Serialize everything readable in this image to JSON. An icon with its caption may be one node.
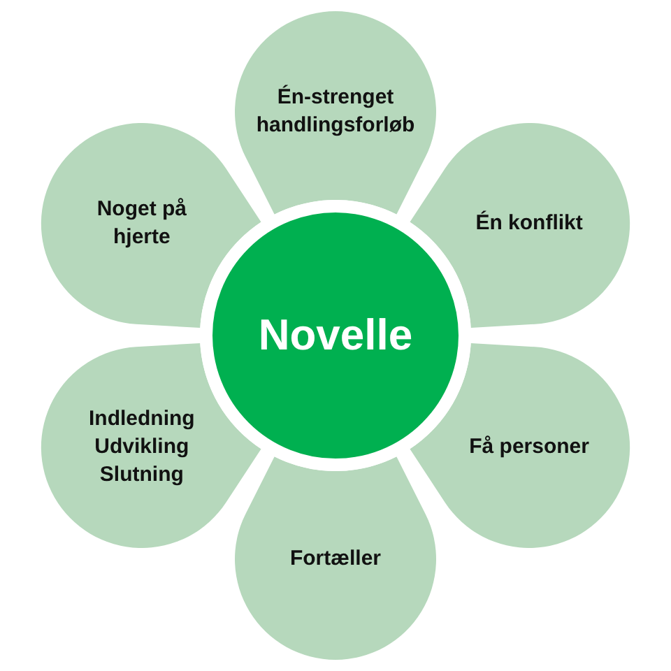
{
  "diagram": {
    "nodes": [
      {
        "text": [
          "Novelle"
        ]
      },
      {
        "text": [
          "Én-strenget handlingsforløb"
        ]
      },
      {
        "text": [
          "Én konflikt"
        ]
      },
      {
        "text": [
          "Få personer"
        ]
      },
      {
        "text": [
          "Fortæller"
        ]
      },
      {
        "text": [
          "Indledning",
          "Udvikling",
          "Slutning"
        ]
      },
      {
        "text": [
          "Noget på hjerte"
        ]
      }
    ]
  }
}
